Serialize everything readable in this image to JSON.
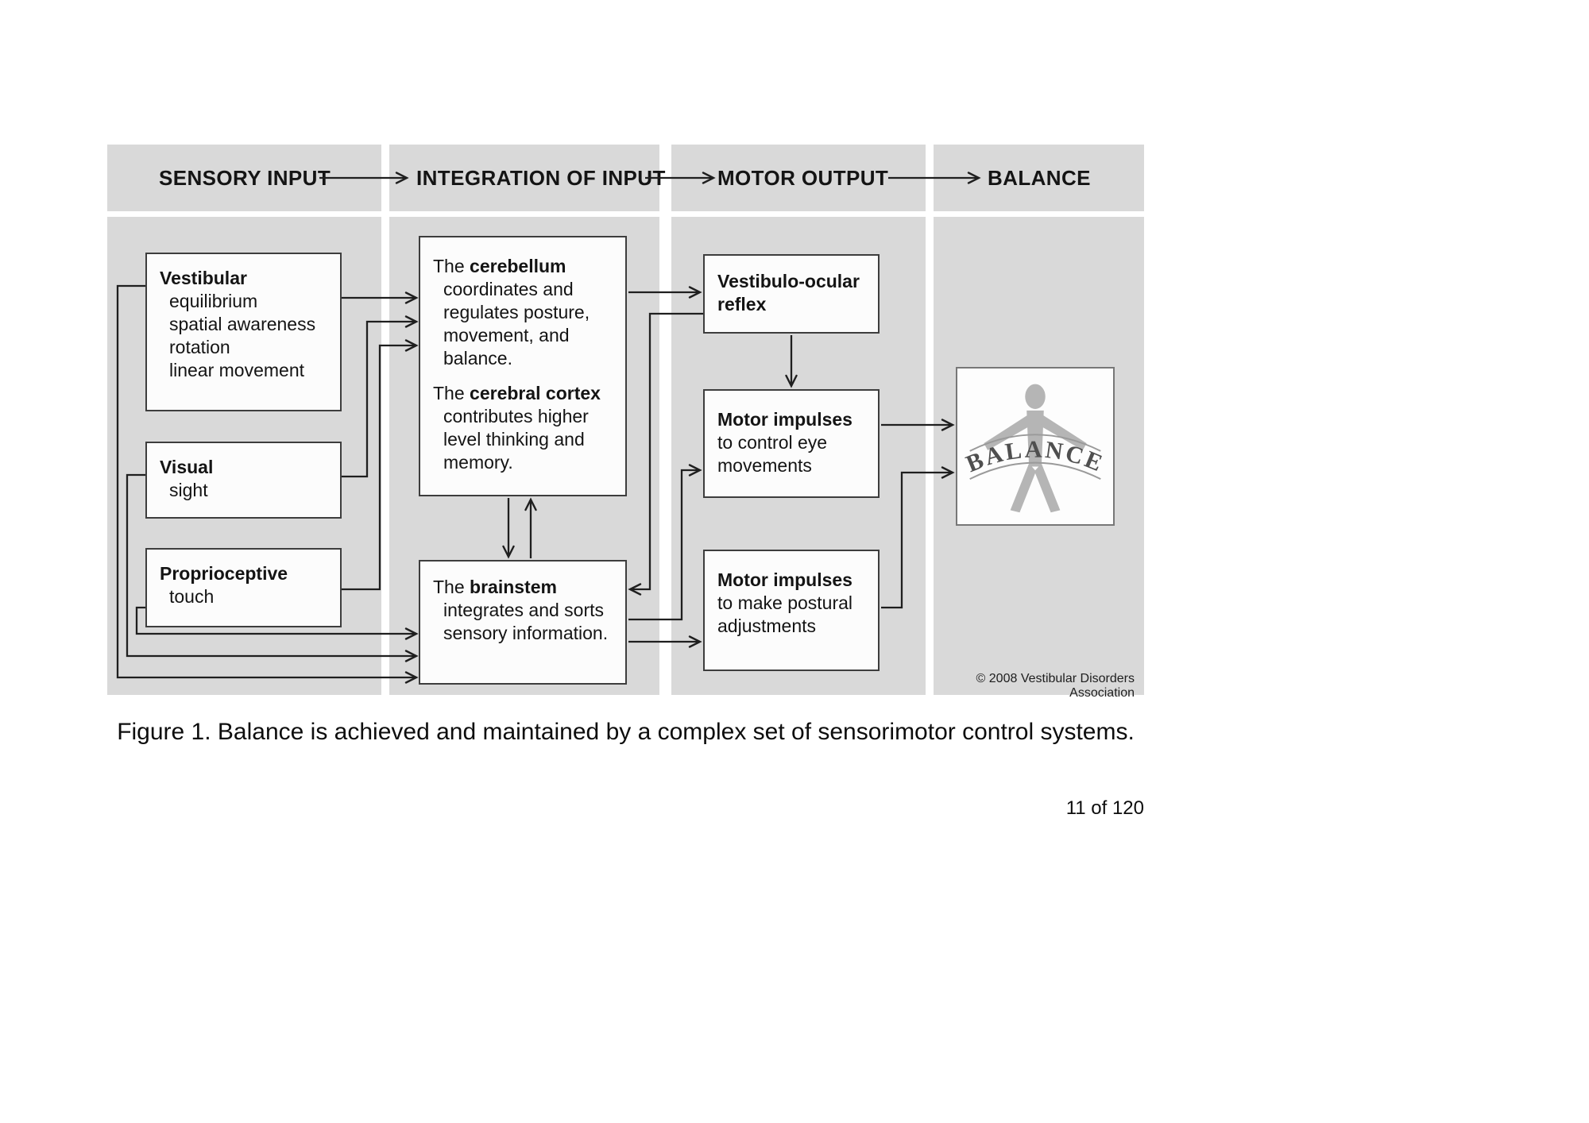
{
  "headers": {
    "sensory": "SENSORY INPUT",
    "integration": "INTEGRATION OF INPUT",
    "motor": "MOTOR OUTPUT",
    "balance": "BALANCE"
  },
  "sensory": {
    "vestibular": {
      "title": "Vestibular",
      "lines": [
        "equilibrium",
        "spatial awareness",
        "rotation",
        "linear movement"
      ]
    },
    "visual": {
      "title": "Visual",
      "lines": [
        "sight"
      ]
    },
    "proprioceptive": {
      "title": "Proprioceptive",
      "lines": [
        "touch"
      ]
    }
  },
  "integration": {
    "cerebellum_p1": {
      "pre": "The ",
      "bold": "cerebellum",
      "post": " coordinates and regulates posture, movement, and balance."
    },
    "cerebellum_p2": {
      "pre": "The ",
      "bold": "cerebral cortex",
      "post": " contributes higher level thinking and memory."
    },
    "brainstem": {
      "pre": "The ",
      "bold": "brainstem",
      "post": " integrates and sorts sensory information."
    }
  },
  "motor": {
    "vor": {
      "title": "Vestibulo-ocular reflex"
    },
    "eye": {
      "title": "Motor impulses",
      "body": "to control eye movements"
    },
    "postural": {
      "title": "Motor impulses",
      "body": "to make postural adjustments"
    }
  },
  "balance": {
    "logo_text": "BALANCE",
    "copyright": "© 2008 Vestibular Disorders Association"
  },
  "figure": {
    "caption": "Figure 1. Balance is achieved and maintained by a complex set of sensorimotor control systems."
  },
  "page": {
    "indicator": "11 of 120"
  },
  "colors": {
    "panel": "#d9d9d9",
    "box-border": "#3d3d3d",
    "arrow": "#1f1f1f",
    "ink": "#141414",
    "logo-figure": "#b5b5b5",
    "logo-text": "#4f4f4f"
  }
}
